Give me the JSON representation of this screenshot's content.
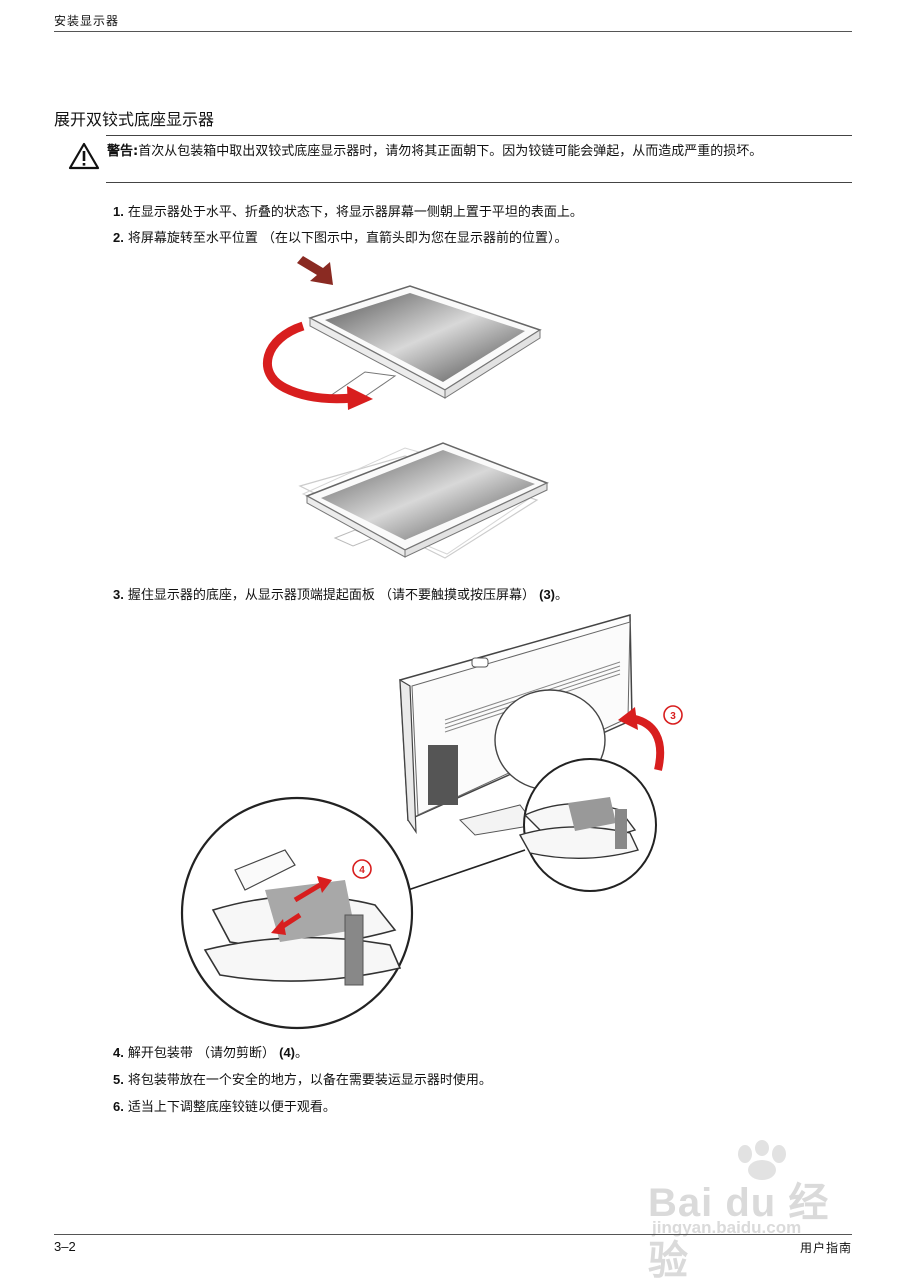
{
  "header": {
    "title": "安装显示器"
  },
  "section": {
    "title": "展开双铰式底座显示器"
  },
  "warning": {
    "label": "警告:",
    "text": "首次从包装箱中取出双铰式底座显示器时，请勿将其正面朝下。因为铰链可能会弹起，从而造成严重的损坏。"
  },
  "steps": [
    {
      "num": "1.",
      "text": "在显示器处于水平、折叠的状态下，将显示器屏幕一侧朝上置于平坦的表面上。",
      "ref": "",
      "end": ""
    },
    {
      "num": "2.",
      "text": "将屏幕旋转至水平位置 （在以下图示中，直箭头即为您在显示器前的位置）。",
      "ref": "",
      "end": ""
    },
    {
      "num": "3.",
      "text": "握住显示器的底座，从显示器顶端提起面板 （请不要触摸或按压屏幕） ",
      "ref": "(3)",
      "end": "。"
    },
    {
      "num": "4.",
      "text": "解开包装带 （请勿剪断） ",
      "ref": "(4)",
      "end": "。"
    },
    {
      "num": "5.",
      "text": "将包装带放在一个安全的地方，以备在需要装运显示器时使用。",
      "ref": "",
      "end": ""
    },
    {
      "num": "6.",
      "text": "适当上下调整底座铰链以便于观看。",
      "ref": "",
      "end": ""
    }
  ],
  "figure2": {
    "callout3": "3",
    "callout4": "4"
  },
  "footer": {
    "page": "3–2",
    "title": "用户指南"
  },
  "watermark": {
    "main": "Bai du 经验",
    "url": "jingyan.baidu.com"
  },
  "colors": {
    "accent_red": "#d81e1e",
    "rule": "#555555",
    "watermark": "#dadada"
  }
}
